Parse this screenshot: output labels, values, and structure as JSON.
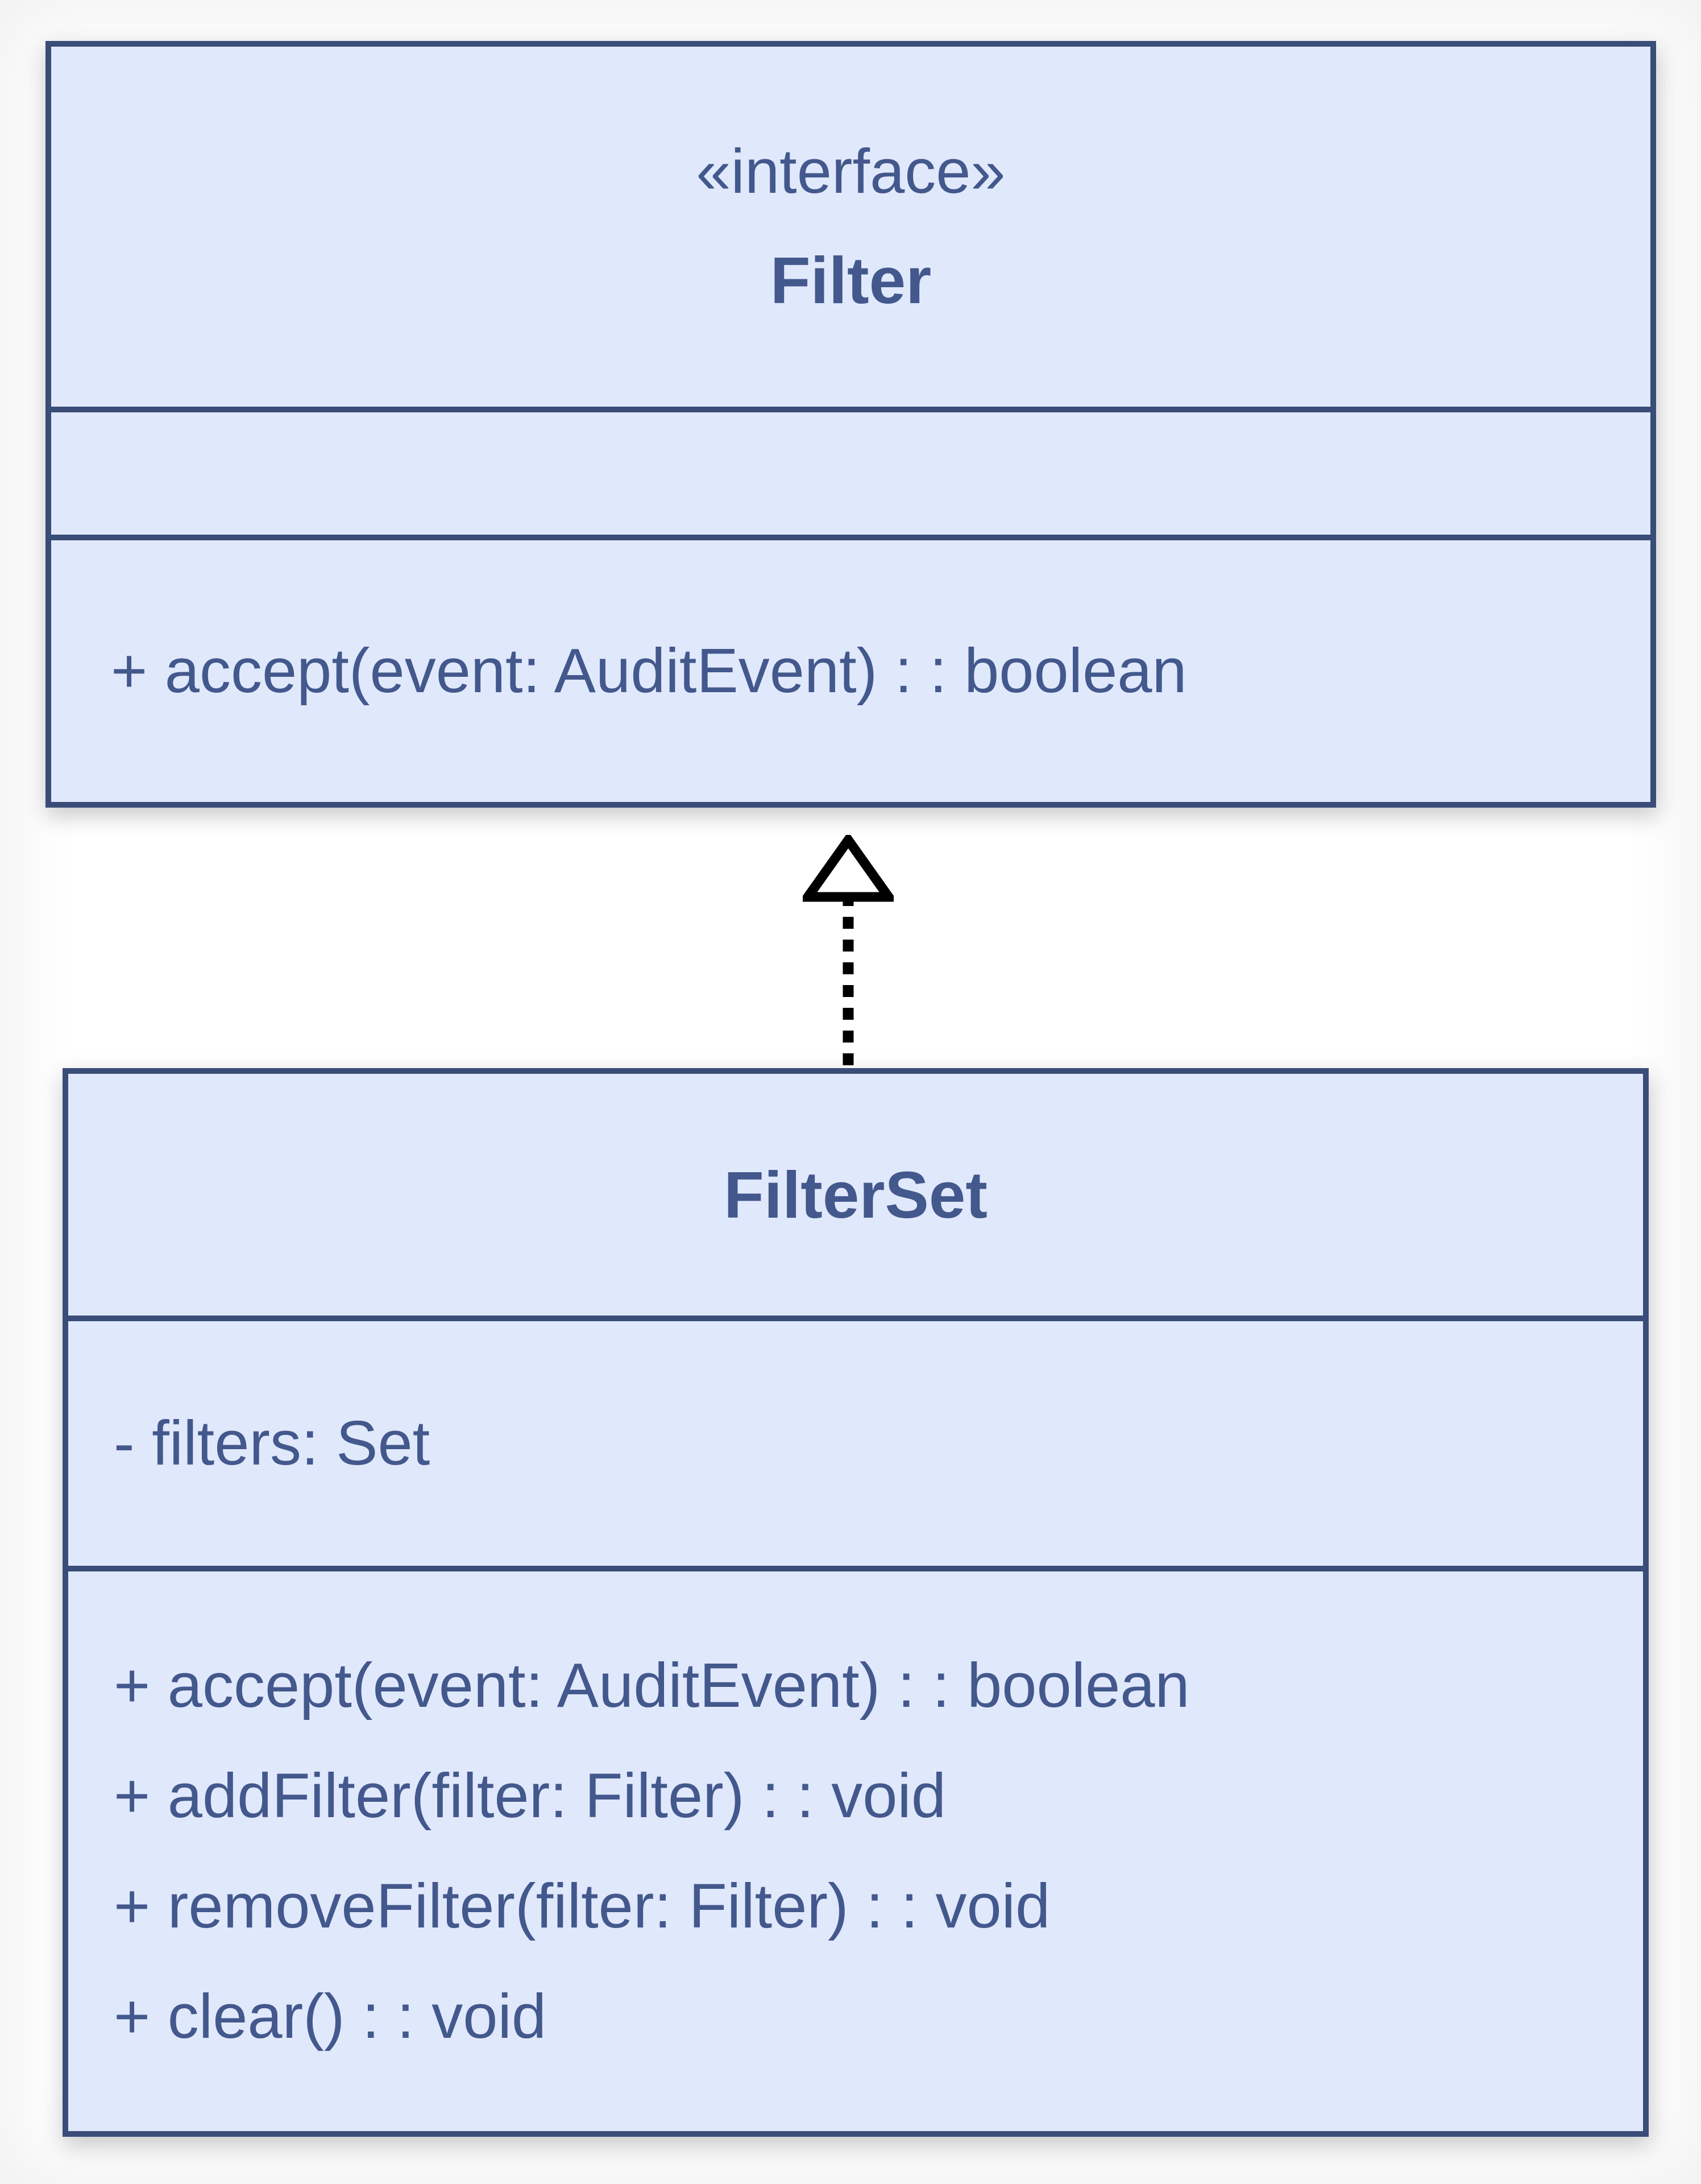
{
  "diagram": {
    "type": "uml-class-diagram",
    "interface_class": {
      "stereotype": "«interface»",
      "name": "Filter",
      "attributes": [],
      "methods": [
        "+ accept(event: AuditEvent) : : boolean"
      ]
    },
    "implementing_class": {
      "name": "FilterSet",
      "attributes": [
        "- filters: Set"
      ],
      "methods": [
        "+ accept(event: AuditEvent) : : boolean",
        "+ addFilter(filter: Filter) : : void",
        "+ removeFilter(filter: Filter) : : void",
        "+ clear() : : void"
      ]
    },
    "relationship": {
      "type": "realization",
      "from": "FilterSet",
      "to": "Filter"
    },
    "colors": {
      "box_fill": "#e0e8fb",
      "box_border": "#3a4c78",
      "text": "#43588c",
      "arrow": "#000000"
    }
  }
}
